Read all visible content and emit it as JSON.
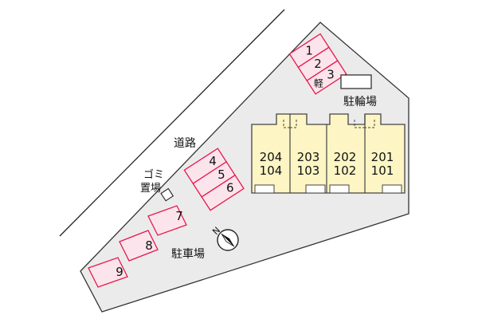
{
  "labels": {
    "road": "道路",
    "garbage_line1": "ゴミ",
    "garbage_line2": "置場",
    "bike_parking": "駐輪場",
    "car_parking": "駐車場",
    "light_vehicle": "軽",
    "north": "N"
  },
  "parking_spaces": [
    "1",
    "2",
    "3",
    "4",
    "5",
    "6",
    "7",
    "8",
    "9"
  ],
  "units": [
    {
      "upper": "204",
      "lower": "104"
    },
    {
      "upper": "203",
      "lower": "103"
    },
    {
      "upper": "202",
      "lower": "102"
    },
    {
      "upper": "201",
      "lower": "101"
    }
  ],
  "colors": {
    "lot": "#ebebeb",
    "lot_border": "#333333",
    "parking_fill": "#fce4ec",
    "parking_border": "#e5194d",
    "building": "#fdf5c4",
    "building_border": "#444444"
  }
}
